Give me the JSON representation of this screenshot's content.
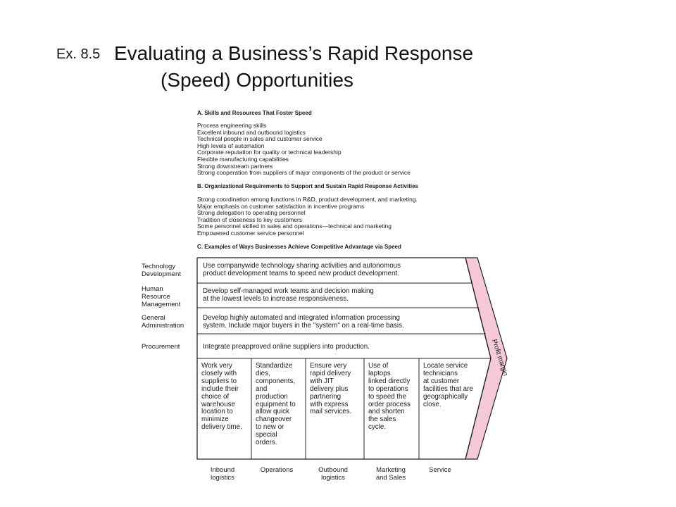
{
  "title": {
    "prefix": "Ex. 8.5",
    "line1": "Evaluating a Business’s Rapid Response",
    "line2": "(Speed) Opportunities"
  },
  "section_a": {
    "heading": "A. Skills and Resources That Foster Speed",
    "items": [
      "Process engineering skills",
      "Excellent inbound and outbound logistics",
      "Technical people in sales and customer service",
      "High levels of automation",
      "Corporate reputation for quality or technical leadership",
      "Flexible manufacturing capabilities",
      "Strong downstream partners",
      "Strong cooperation from suppliers of major components of the product or service"
    ]
  },
  "section_b": {
    "heading": "B. Organizational Requirements to Support and Sustain Rapid Response Activities",
    "items": [
      "Strong coordination among functions in R&D, product development, and marketing.",
      "Major emphasis on customer satisfaction in incentive programs",
      "Strong delegation to operating personnel",
      "Tradition of closeness to key customers",
      "Some personnel skilled in sales and operations—technical and marketing",
      "Empowered customer service personnel"
    ]
  },
  "section_c": {
    "heading": "C. Examples of Ways Businesses Achieve Competitive Advantage via Speed"
  },
  "support_activities": [
    {
      "label": "Technology\nDevelopment",
      "text": "Use companywide technology sharing activities and autonomous\nproduct development teams to speed new product development."
    },
    {
      "label": "Human\nResource\nManagement",
      "text": "Develop self-managed work teams and decision making\nat the lowest levels to increase responsiveness."
    },
    {
      "label": "General\nAdministration",
      "text": "Develop highly automated and integrated information processing\nsystem. Include major buyers in the \"system\" on a real-time basis."
    },
    {
      "label": "Procurement",
      "text": "Integrate preapproved online suppliers into production."
    }
  ],
  "primary_activities": [
    {
      "label": "Inbound\nlogistics",
      "text": "Work very\nclosely with\nsuppliers to\ninclude their\nchoice of\nwarehouse\nlocation to\nminimize\ndelivery time."
    },
    {
      "label": "Operations",
      "text": "Standardize\ndies,\ncomponents,\nand\nproduction\nequipment to\nallow quick\nchangeover\nto new or\nspecial\norders."
    },
    {
      "label": "Outbound\nlogistics",
      "text": "Ensure very\nrapid delivery\nwith JIT\ndelivery plus\npartnering\nwith express\nmail services."
    },
    {
      "label": "Marketing\nand Sales",
      "text": "Use of\nlaptops\nlinked directly\nto operations\nto speed the\norder process\nand shorten\nthe sales\ncycle."
    },
    {
      "label": "Service",
      "text": "Locate service\ntechnicians\nat customer\nfacilities that are\ngeographically\nclose."
    }
  ],
  "margin_label": "Profit margin",
  "colors": {
    "margin_fill": "#f5c9d9",
    "line": "#222222"
  }
}
